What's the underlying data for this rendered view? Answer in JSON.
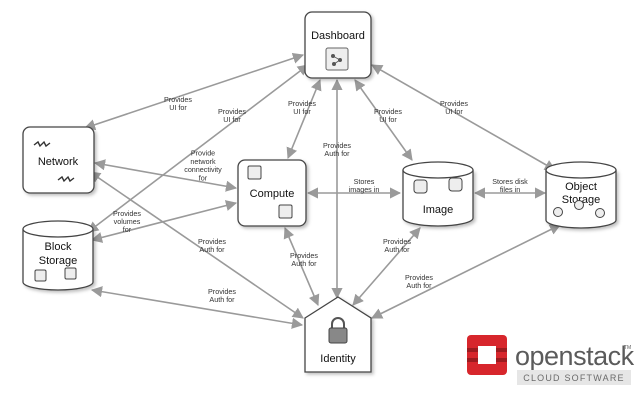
{
  "nodes": {
    "dashboard": "Dashboard",
    "network": "Network",
    "compute": "Compute",
    "image": "Image",
    "object_storage": [
      "Object",
      "Storage"
    ],
    "block_storage": [
      "Block",
      "Storage"
    ],
    "identity": "Identity"
  },
  "edge_labels": {
    "dash_network": [
      "Provides",
      "UI for"
    ],
    "dash_block": [
      "Provides",
      "UI for"
    ],
    "dash_compute": [
      "Provides",
      "UI for"
    ],
    "identity_dashboard": [
      "Provides",
      "Auth for"
    ],
    "dash_image": [
      "Provides",
      "UI for"
    ],
    "dash_object": [
      "Provides",
      "UI for"
    ],
    "network_compute": [
      "Provide",
      "network",
      "connectivity",
      "for"
    ],
    "compute_image": [
      "Stores",
      "images in"
    ],
    "image_object": [
      "Stores disk",
      "files in"
    ],
    "block_compute": [
      "Provides",
      "volumes",
      "for"
    ],
    "identity_network": [
      "Provides",
      "Auth for"
    ],
    "identity_compute": [
      "Provides",
      "Auth for"
    ],
    "identity_image": [
      "Provides",
      "Auth for"
    ],
    "identity_block": [
      "Provides",
      "Auth for"
    ],
    "identity_object": [
      "Provides",
      "Auth for"
    ]
  },
  "logo": {
    "name": "openstack",
    "trademark": "TM",
    "tagline": "CLOUD SOFTWARE",
    "colors": {
      "red": "#d7262c",
      "dark_red": "#9c1b1f",
      "text": "#5b5b5b"
    }
  },
  "colors": {
    "node_stroke": "#444444",
    "node_fill": "#ffffff",
    "edge": "#9a9a9a"
  }
}
